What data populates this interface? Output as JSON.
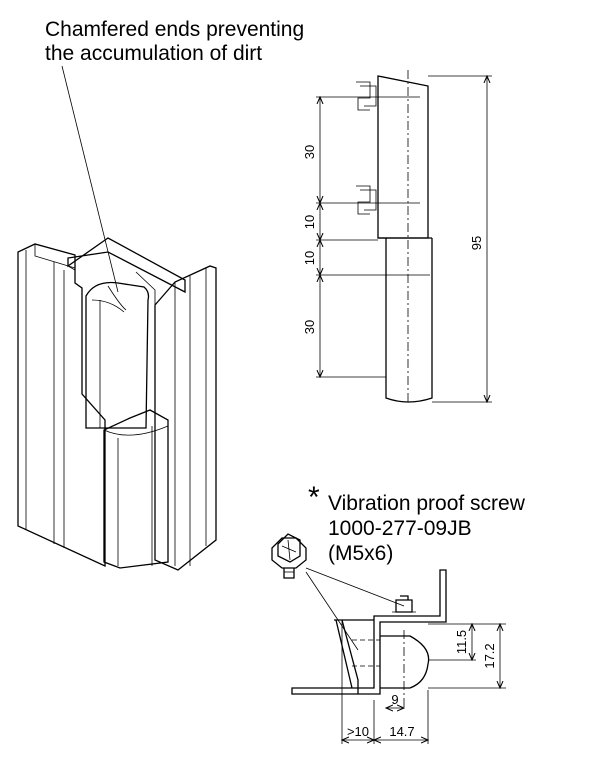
{
  "callout": {
    "line1": "Chamfered ends preventing",
    "line2": "the accumulation of dirt"
  },
  "screen_note": {
    "asterisk": "*",
    "line1": "Vibration proof screw",
    "line2": "1000-277-09JB",
    "line3": "(M5x6)"
  },
  "side_view_dims": {
    "d30_top": "30",
    "d10_top": "10",
    "d10_mid": "10",
    "d30_bottom": "30",
    "overall": "95"
  },
  "section_dims": {
    "h11_5": "11.5",
    "h17_2": "17.2",
    "w9": "9",
    "w10": ">10",
    "w14_7": "14.7"
  },
  "colors": {
    "line": "#000000",
    "background": "#ffffff"
  }
}
